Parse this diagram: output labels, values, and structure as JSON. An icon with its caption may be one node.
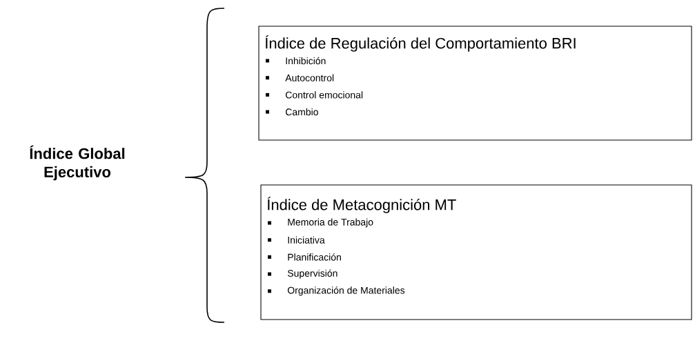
{
  "diagram": {
    "nodes": [
      {
        "text": [
          "Índice Global Ejecutivo"
        ]
      },
      {
        "text": [
          "Índice de Regulación del Comportamiento BRI",
          "Inhibición",
          "Autocontrol",
          "Control emocional",
          "Cambio"
        ]
      },
      {
        "text": [
          "Índice de Metacognición MT",
          "Memoria de Trabajo",
          "Iniciativa",
          "Planificación",
          "Supervisión",
          "Organización de Materiales"
        ]
      }
    ],
    "edges": []
  }
}
